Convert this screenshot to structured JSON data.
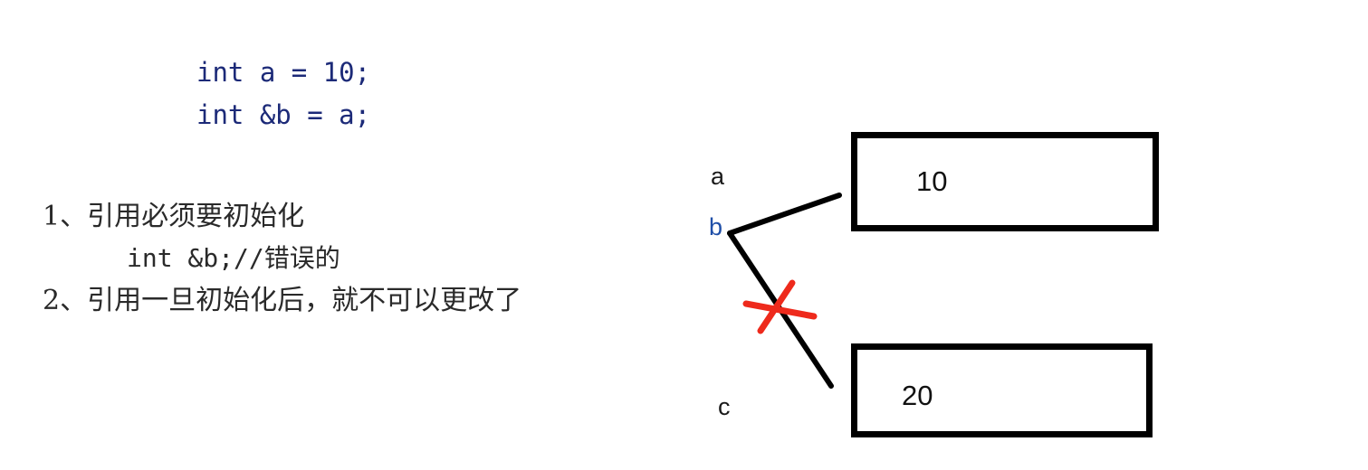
{
  "code": {
    "line1": "int a = 10;",
    "line2": "int &b = a;"
  },
  "notes": {
    "rule1": "1、引用必须要初始化",
    "rule1_example": "int &b;//错误的",
    "rule2": "2、引用一旦初始化后，就不可以更改了"
  },
  "diagram": {
    "label_a": "a",
    "label_b": "b",
    "label_c": "c",
    "box1_value": "10",
    "box2_value": "20",
    "colors": {
      "label_a": "#1a1a1a",
      "label_b": "#1f4fa8",
      "label_c": "#1a1a1a",
      "line": "#000000",
      "cross_mark": "#ee2a1c"
    },
    "cross_mark_icon": "red-x-icon"
  }
}
